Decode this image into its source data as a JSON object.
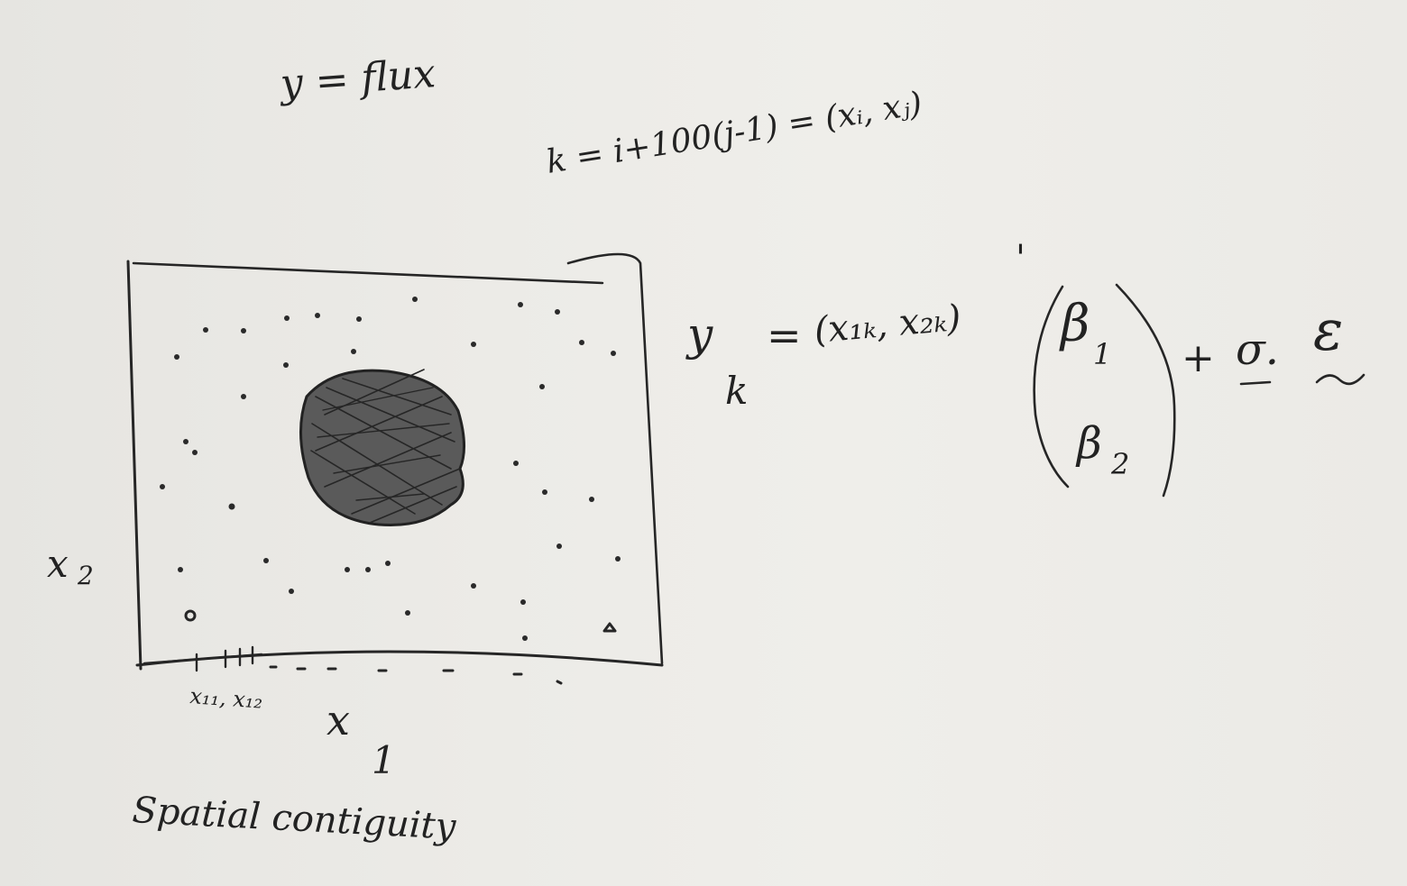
{
  "whiteboard": {
    "header_eq": "y = flux",
    "index_eq": "k = i+100(j-1) = (xᵢ, xⱼ)",
    "model": {
      "lhs": "y",
      "lhs_sub": "k",
      "equals": "=",
      "row_vector": "(x₁ₖ, x₂ₖ)",
      "transpose": "'",
      "beta1": "β",
      "beta1_sub": "1",
      "beta2": "β",
      "beta2_sub": "2",
      "plus": "+",
      "sigma": "σ.",
      "epsilon": "ε"
    },
    "plot": {
      "y_axis_label": "x",
      "y_axis_sub": "2",
      "x_axis_label": "x",
      "x_axis_sub": "1",
      "tick_labels": "x₁₁, x₁₂"
    },
    "caption": "Spatial contiguity"
  }
}
